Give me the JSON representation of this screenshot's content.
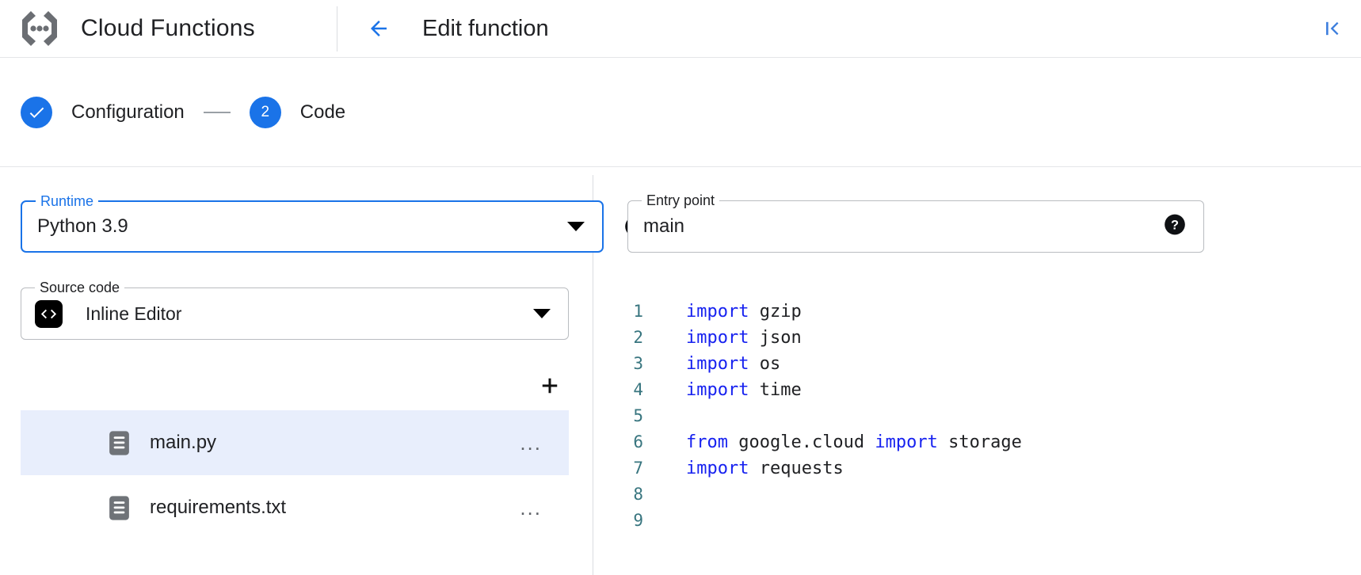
{
  "appbar": {
    "logo_icon": "cloud-functions-logo",
    "product_title": "Cloud Functions",
    "back_icon": "arrow-left-icon",
    "page_title": "Edit function",
    "collapse_icon": "collapse-panel-left-icon",
    "accent_color": "#1a73e8"
  },
  "stepper": {
    "steps": [
      {
        "badge": "✓",
        "label": "Configuration",
        "state": "completed",
        "icon": "check-icon"
      },
      {
        "badge": "2",
        "label": "Code",
        "state": "active",
        "icon": "step-number"
      }
    ]
  },
  "runtime": {
    "label": "Runtime",
    "value": "Python 3.9",
    "caret_icon": "chevron-down-icon",
    "help_icon": "help-filled-icon",
    "focused": true
  },
  "entry_point": {
    "label": "Entry point",
    "value": "main",
    "placeholder": "Entry point",
    "help_icon": "help-filled-icon"
  },
  "source_code": {
    "label": "Source code",
    "value": "Inline Editor",
    "badge_icon": "code-brackets-icon",
    "caret_icon": "chevron-down-icon"
  },
  "file_panel": {
    "add_icon": "plus-icon",
    "add_label": "Add file",
    "menu_label": "...",
    "files": [
      {
        "name": "main.py",
        "icon": "file-document-icon",
        "selected": true
      },
      {
        "name": "requirements.txt",
        "icon": "file-document-icon",
        "selected": false
      }
    ]
  },
  "editor": {
    "lines": [
      {
        "n": "1",
        "tokens": [
          {
            "t": "import",
            "k": true
          },
          {
            "t": " gzip",
            "k": false
          }
        ]
      },
      {
        "n": "2",
        "tokens": [
          {
            "t": "import",
            "k": true
          },
          {
            "t": " json",
            "k": false
          }
        ]
      },
      {
        "n": "3",
        "tokens": [
          {
            "t": "import",
            "k": true
          },
          {
            "t": " os",
            "k": false
          }
        ]
      },
      {
        "n": "4",
        "tokens": [
          {
            "t": "import",
            "k": true
          },
          {
            "t": " time",
            "k": false
          }
        ]
      },
      {
        "n": "5",
        "tokens": []
      },
      {
        "n": "6",
        "tokens": [
          {
            "t": "from",
            "k": true
          },
          {
            "t": " google.cloud ",
            "k": false
          },
          {
            "t": "import",
            "k": true
          },
          {
            "t": " storage",
            "k": false
          }
        ]
      },
      {
        "n": "7",
        "tokens": [
          {
            "t": "import",
            "k": true
          },
          {
            "t": " requests",
            "k": false
          }
        ]
      },
      {
        "n": "8",
        "tokens": []
      },
      {
        "n": "9",
        "tokens": []
      }
    ]
  }
}
